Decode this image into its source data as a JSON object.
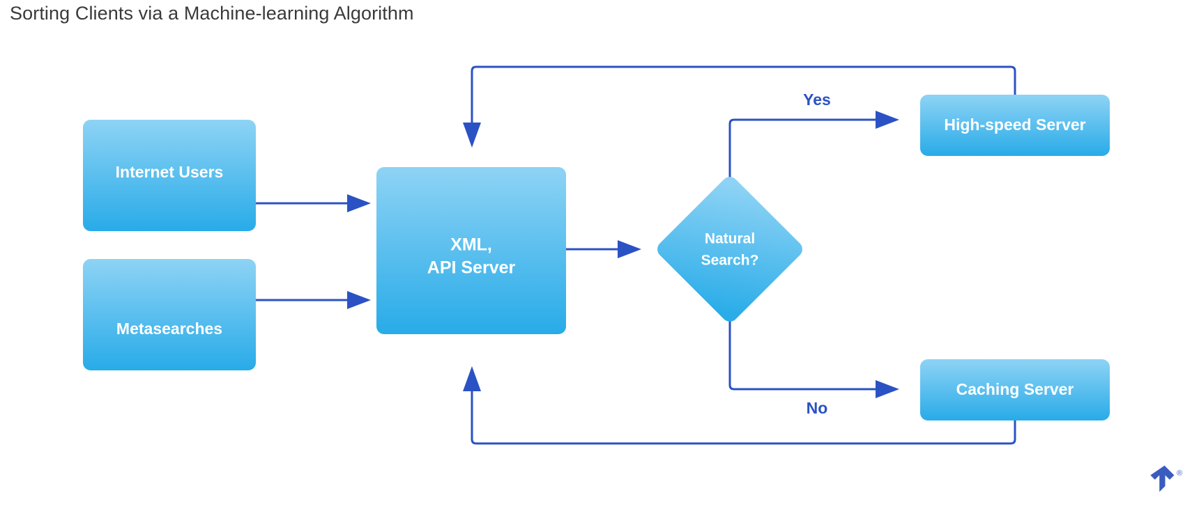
{
  "title": "Sorting Clients via a Machine-learning Algorithm",
  "colors": {
    "box_gradient_top": "#8ed3f5",
    "box_gradient_bottom": "#28abe8",
    "arrow": "#2b52c4",
    "node_text": "#ffffff",
    "title_text": "#3a3a3a",
    "background": "#ffffff",
    "watermark": "#3a5bbf"
  },
  "nodes": [
    {
      "id": "internet-users",
      "label": "Internet Users",
      "shape": "rounded-rect"
    },
    {
      "id": "metasearches",
      "label": "Metasearches",
      "shape": "rounded-rect"
    },
    {
      "id": "xml-api-server",
      "label_line1": "XML,",
      "label_line2": "API Server",
      "shape": "rounded-rect"
    },
    {
      "id": "natural-search",
      "label_line1": "Natural",
      "label_line2": "Search?",
      "shape": "diamond"
    },
    {
      "id": "high-speed-server",
      "label": "High-speed Server",
      "shape": "rounded-rect"
    },
    {
      "id": "caching-server",
      "label": "Caching Server",
      "shape": "rounded-rect"
    }
  ],
  "edges": [
    {
      "id": "internet-users-to-xml",
      "label": "",
      "from": "internet-users",
      "to": "xml-api-server"
    },
    {
      "id": "metasearches-to-xml",
      "label": "",
      "from": "metasearches",
      "to": "xml-api-server"
    },
    {
      "id": "xml-to-natural-search",
      "label": "",
      "from": "xml-api-server",
      "to": "natural-search"
    },
    {
      "id": "natural-search-to-high-speed",
      "label": "Yes",
      "from": "natural-search",
      "to": "high-speed-server"
    },
    {
      "id": "natural-search-to-caching",
      "label": "No",
      "from": "natural-search",
      "to": "caching-server"
    },
    {
      "id": "high-speed-to-xml-feedback",
      "label": "",
      "from": "high-speed-server",
      "to": "xml-api-server"
    },
    {
      "id": "caching-to-xml-feedback",
      "label": "",
      "from": "caching-server",
      "to": "xml-api-server"
    }
  ],
  "watermark": {
    "name": "toptal-logo",
    "registered_mark": "®"
  }
}
